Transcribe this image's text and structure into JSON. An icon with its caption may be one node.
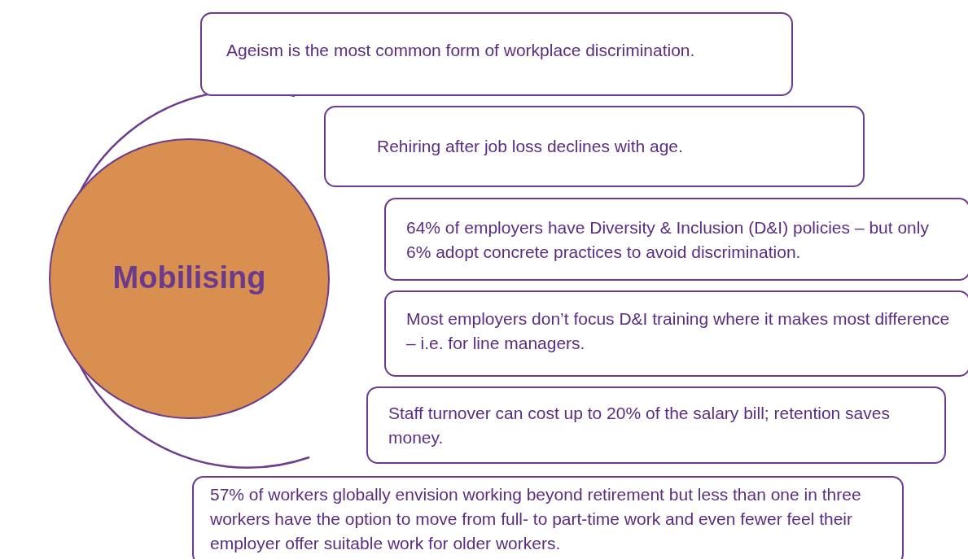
{
  "diagram": {
    "nodes": [
      {
        "text": [
          "Mobilising"
        ]
      },
      {
        "text": [
          "Ageism is the most common form of workplace discrimination."
        ]
      },
      {
        "text": [
          "Rehiring after job loss declines with age."
        ]
      },
      {
        "text": [
          "64% of employers have Diversity & Inclusion (D&I) policies – but only 6% adopt concrete practices to avoid discrimination."
        ]
      },
      {
        "text": [
          "Most employers don’t focus D&I training where it makes most difference – i.e. for line managers."
        ]
      },
      {
        "text": [
          "Staff turnover can cost up to 20% of the salary bill; retention saves money."
        ]
      },
      {
        "text": [
          "57% of workers globally envision working beyond retirement but less than one in three workers have the option to move from full- to part-time work and even fewer feel their employer offer suitable work for older workers."
        ]
      }
    ]
  }
}
